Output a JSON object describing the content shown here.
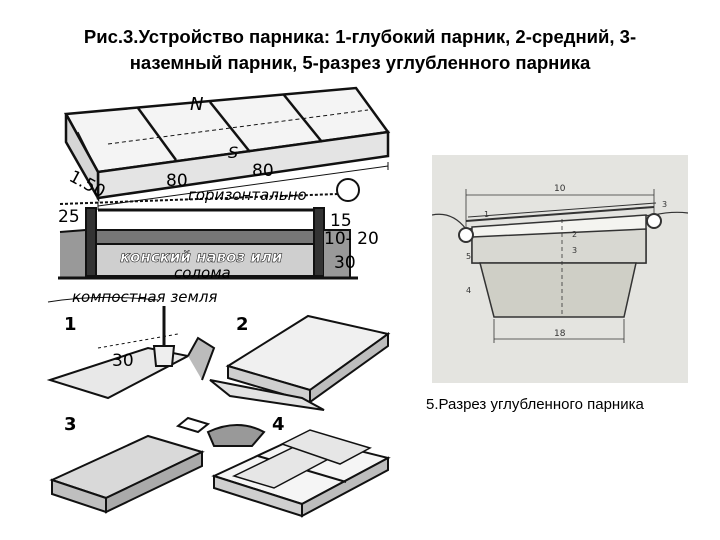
{
  "slide": {
    "title_line1": "Рис.3.Устройство парника: 1-глубокий парник, 2-средний, 3-",
    "title_line2": "наземный парник, 5-разрез углубленного парника",
    "caption": "5.Разрез углубленного парника"
  },
  "left_figure": {
    "top_labels": {
      "north": "N",
      "south": "S",
      "length": "1.50",
      "width_a": "80",
      "width_b": "80"
    },
    "section_labels": {
      "horizontal": "горизонтально",
      "manure": "конский навоз или",
      "straw": "солома",
      "compost": "компостная земля",
      "d25": "25",
      "d15": "15",
      "d10_20": "10- 20",
      "d30": "30"
    },
    "steps": [
      "1",
      "2",
      "3",
      "4"
    ],
    "step1_depth": "30"
  },
  "right_figure": {
    "top_dim": "10",
    "bottom_dim": "18",
    "left_marks": [
      "1",
      "5",
      "4"
    ],
    "right_marks": [
      "3",
      "2",
      "3"
    ]
  }
}
